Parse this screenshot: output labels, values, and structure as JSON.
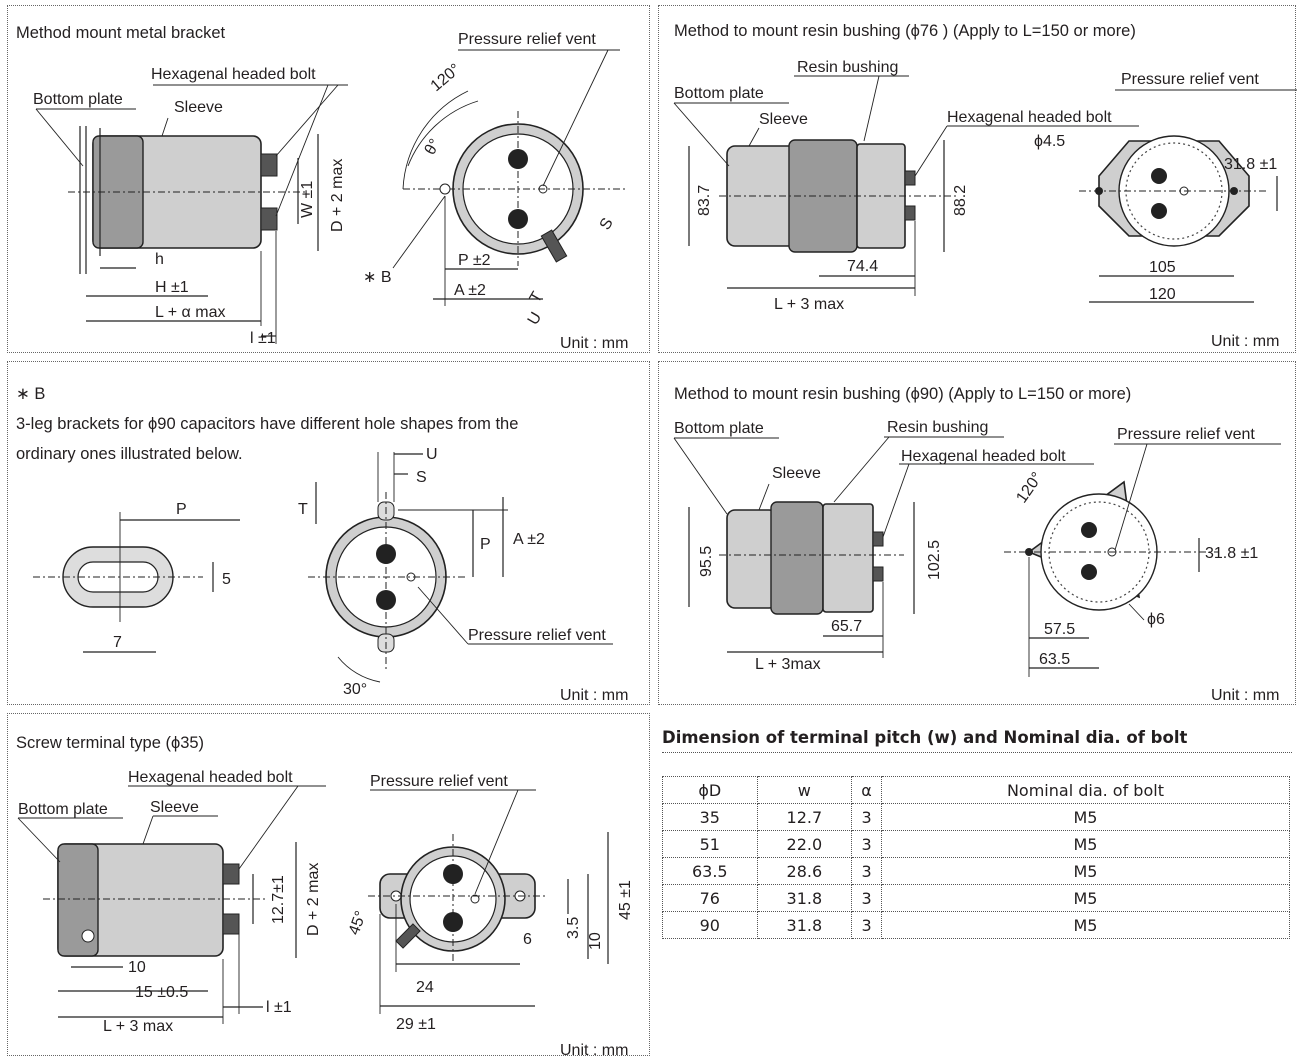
{
  "panel_a": {
    "title": "Method mount metal bracket",
    "labels": {
      "hex_bolt": "Hexagenal headed bolt",
      "bottom_plate": "Bottom plate",
      "sleeve": "Sleeve",
      "pressure_vent": "Pressure relief vent",
      "w": "W ±1",
      "d": "D + 2 max",
      "h": "h",
      "H": "H ±1",
      "L": "L + α max",
      "l": "l ±1",
      "angle": "120°",
      "theta": "θ°",
      "b": "∗ B",
      "p": "P ±2",
      "a": "A ±2",
      "s": "S",
      "t": "T",
      "u": "U"
    },
    "unit": "Unit : mm"
  },
  "panel_b": {
    "title": "Method to mount resin bushing (ϕ76 ) (Apply to L=150 or more)",
    "labels": {
      "resin_bushing": "Resin bushing",
      "bottom_plate": "Bottom plate",
      "sleeve": "Sleeve",
      "hex_bolt": "Hexagenal headed bolt",
      "pressure_vent": "Pressure relief vent",
      "phi": "ϕ4.5",
      "d1": "83.7",
      "d2": "88.2",
      "d3": "74.4",
      "d4": "L + 3 max",
      "d5": "31.8 ±1",
      "d6": "105",
      "d7": "120"
    },
    "unit": "Unit : mm"
  },
  "panel_c": {
    "title": "∗ B",
    "text1": "3-leg brackets for ϕ90 capacitors have different hole shapes from the",
    "text2": "ordinary ones illustrated below.",
    "labels": {
      "p": "P",
      "five": "5",
      "seven": "7",
      "u": "U",
      "s": "S",
      "t": "T",
      "p2": "P",
      "a": "A ±2",
      "pressure_vent": "Pressure relief vent",
      "angle": "30°"
    },
    "unit": "Unit : mm"
  },
  "panel_d": {
    "title": "Method to mount resin bushing (ϕ90) (Apply to L=150 or more)",
    "labels": {
      "bottom_plate": "Bottom plate",
      "resin_bushing": "Resin bushing",
      "pressure_vent": "Pressure relief vent",
      "hex_bolt": "Hexagenal headed bolt",
      "sleeve": "Sleeve",
      "d1": "95.5",
      "d2": "102.5",
      "d3": "65.7",
      "d4": "L + 3max",
      "angle": "120°",
      "d5": "31.8 ±1",
      "d6": "57.5",
      "phi": "ϕ6",
      "d7": "63.5"
    },
    "unit": "Unit : mm"
  },
  "panel_e": {
    "title": "Screw terminal type (ϕ35)",
    "labels": {
      "hex_bolt": "Hexagenal headed bolt",
      "pressure_vent": "Pressure relief vent",
      "bottom_plate": "Bottom plate",
      "sleeve": "Sleeve",
      "d1": "12.7±1",
      "d2": "D + 2 max",
      "angle": "45°",
      "d3": "45 ±1",
      "d4": "6",
      "d5": "3.5",
      "d6": "10",
      "d7": "10",
      "d8": "15 ±0.5",
      "d9": "l ±1",
      "d10": "24",
      "d11": "L + 3 max",
      "d12": "29 ±1"
    },
    "unit": "Unit : mm"
  },
  "table": {
    "title": "Dimension of terminal pitch (w) and Nominal dia. of bolt",
    "headers": [
      "ϕD",
      "w",
      "α",
      "Nominal dia. of bolt"
    ],
    "rows": [
      [
        "35",
        "12.7",
        "3",
        "M5"
      ],
      [
        "51",
        "22.0",
        "3",
        "M5"
      ],
      [
        "63.5",
        "28.6",
        "3",
        "M5"
      ],
      [
        "76",
        "31.8",
        "3",
        "M5"
      ],
      [
        "90",
        "31.8",
        "3",
        "M5"
      ]
    ]
  }
}
